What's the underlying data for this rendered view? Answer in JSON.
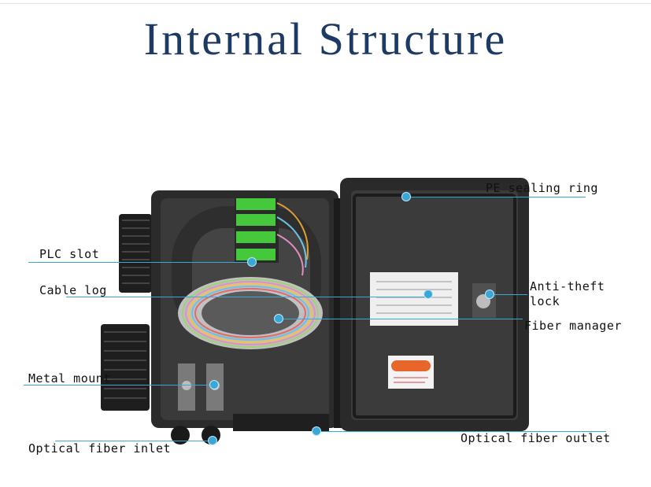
{
  "title": "Internal Structure",
  "labels": {
    "pe_sealing_ring": "PE sealing ring",
    "plc_slot": "PLC slot",
    "cable_log": "Cable log",
    "anti_theft_lock_1": "Anti-theft",
    "anti_theft_lock_2": "lock",
    "fiber_manager": "Fiber manager",
    "metal_mount": "Metal mount",
    "optical_fiber_inlet": "Optical fiber inlet",
    "optical_fiber_outlet": "Optical fiber outlet"
  },
  "colors": {
    "title": "#1c3a63",
    "callout_line": "#3aa7d6",
    "box_body": "#2a2a2a",
    "adapter_green": "#46c83c",
    "danger_orange": "#e8662a"
  }
}
